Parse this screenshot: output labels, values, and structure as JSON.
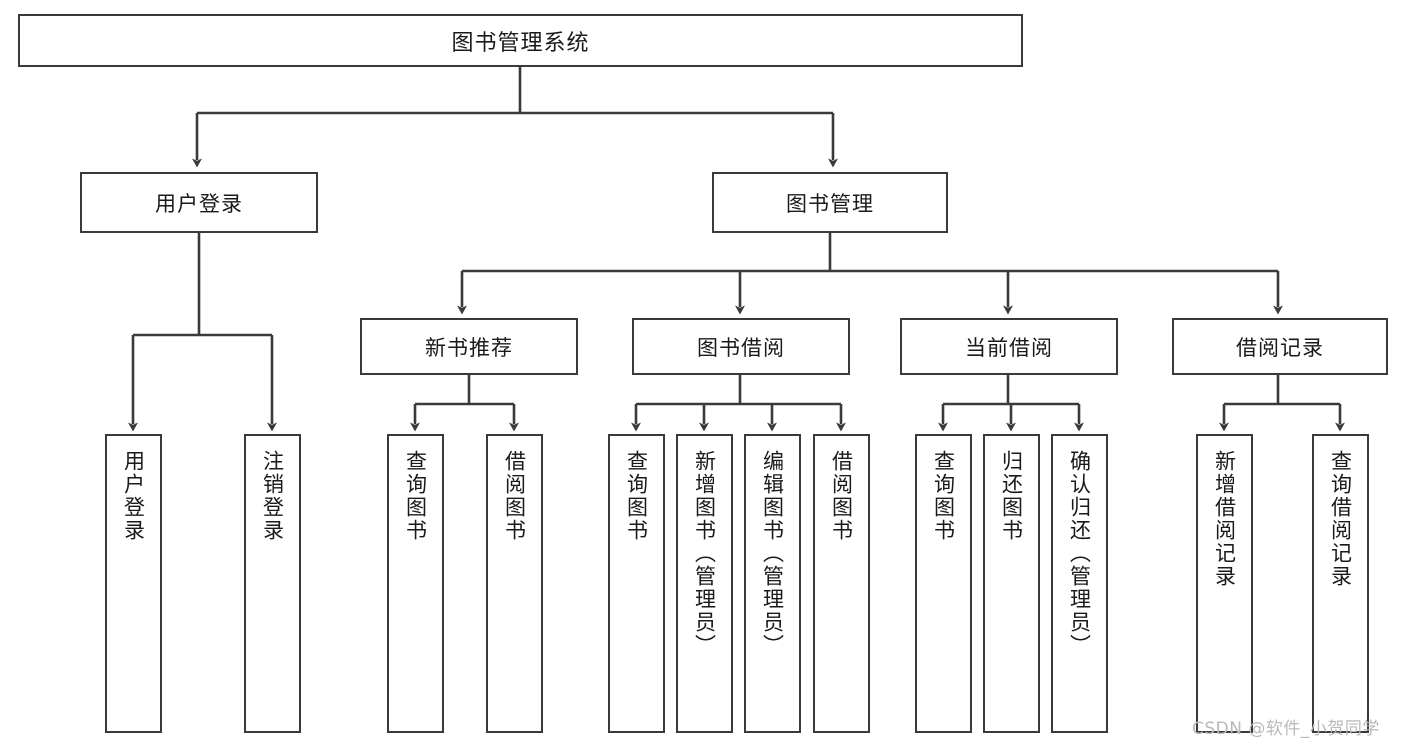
{
  "diagram": {
    "title": "图书管理系统",
    "type": "tree-hierarchy",
    "stroke_color": "#3a3a3a",
    "fill_color": "#ffffff",
    "text_color": "#1a1a1a"
  },
  "root": {
    "label": "图书管理系统"
  },
  "level1": [
    {
      "label": "用户登录"
    },
    {
      "label": "图书管理"
    }
  ],
  "level2": [
    {
      "label": "新书推荐"
    },
    {
      "label": "图书借阅"
    },
    {
      "label": "当前借阅"
    },
    {
      "label": "借阅记录"
    }
  ],
  "leaves": {
    "user_login": [
      {
        "label": "用户登录"
      },
      {
        "label": "注销登录"
      }
    ],
    "new_book_recommend": [
      {
        "label": "查询图书"
      },
      {
        "label": "借阅图书"
      }
    ],
    "book_borrow": [
      {
        "label": "查询图书"
      },
      {
        "label": "新增图书（管理员）"
      },
      {
        "label": "编辑图书（管理员）"
      },
      {
        "label": "借阅图书"
      }
    ],
    "current_borrow": [
      {
        "label": "查询图书"
      },
      {
        "label": "归还图书"
      },
      {
        "label": "确认归还（管理员）"
      }
    ],
    "borrow_record": [
      {
        "label": "新增借阅记录"
      },
      {
        "label": "查询借阅记录"
      }
    ]
  },
  "watermark": {
    "text": "CSDN @软件_小贺同学"
  }
}
